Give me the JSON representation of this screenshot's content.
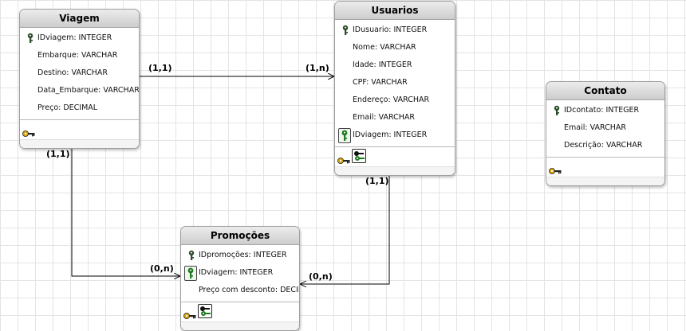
{
  "colors": {
    "header": "#d6d6d6",
    "grid": "#e4e4e4",
    "line": "#000000",
    "pk_key": "#2a4d2a",
    "fk_key": "#1e7a1e",
    "index_key": "#d4a000"
  },
  "entities": {
    "viagem": {
      "title": "Viagem",
      "attrs": [
        {
          "text": "IDviagem: INTEGER",
          "key": "pk"
        },
        {
          "text": "Embarque: VARCHAR",
          "key": ""
        },
        {
          "text": "Destino: VARCHAR",
          "key": ""
        },
        {
          "text": "Data_Embarque: VARCHAR",
          "key": ""
        },
        {
          "text": "Preço: DECIMAL",
          "key": ""
        }
      ]
    },
    "usuarios": {
      "title": "Usuarios",
      "attrs": [
        {
          "text": "IDusuario: INTEGER",
          "key": "pk"
        },
        {
          "text": "Nome: VARCHAR",
          "key": ""
        },
        {
          "text": "Idade: INTEGER",
          "key": ""
        },
        {
          "text": "CPF: VARCHAR",
          "key": ""
        },
        {
          "text": "Endereço: VARCHAR",
          "key": ""
        },
        {
          "text": "Email: VARCHAR",
          "key": ""
        },
        {
          "text": "IDviagem: INTEGER",
          "key": "fk"
        }
      ]
    },
    "contato": {
      "title": "Contato",
      "attrs": [
        {
          "text": "IDcontato: INTEGER",
          "key": "pk"
        },
        {
          "text": "Email: VARCHAR",
          "key": ""
        },
        {
          "text": "Descrição: VARCHAR",
          "key": ""
        }
      ]
    },
    "promocoes": {
      "title": "Promoções",
      "attrs": [
        {
          "text": "IDpromoções: INTEGER",
          "key": "pk"
        },
        {
          "text": "IDviagem: INTEGER",
          "key": "fk"
        },
        {
          "text": "Preço com desconto: DECIMAL",
          "key": ""
        }
      ]
    }
  },
  "relationships": [
    {
      "from": "Viagem",
      "to": "Usuarios",
      "from_card": "(1,1)",
      "to_card": "(1,n)"
    },
    {
      "from": "Viagem",
      "to": "Promoções",
      "from_card": "(1,1)",
      "to_card": "(0,n)"
    },
    {
      "from": "Usuarios",
      "to": "Promoções",
      "from_card": "(1,1)",
      "to_card": "(0,n)"
    }
  ]
}
